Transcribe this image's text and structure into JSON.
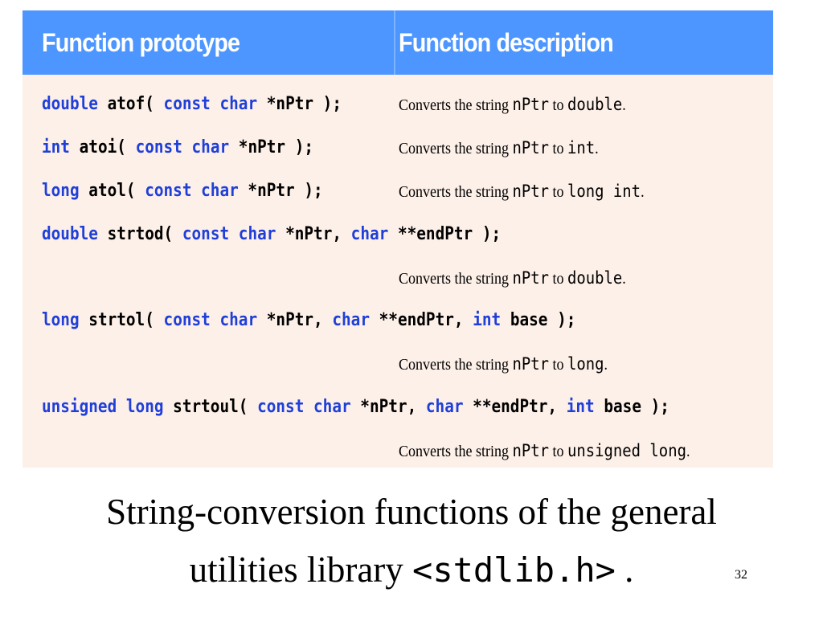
{
  "header": {
    "col_prototype": "Function prototype",
    "col_description": "Function description"
  },
  "rows": [
    {
      "proto": [
        {
          "t": "double",
          "kw": true
        },
        {
          "t": " atof( "
        },
        {
          "t": "const char",
          "kw": true
        },
        {
          "t": " *nPtr );"
        }
      ],
      "desc_prefix": "Converts the string ",
      "desc_var": "nPtr",
      "desc_to": " to ",
      "desc_type": "double",
      "desc_end": "."
    },
    {
      "proto": [
        {
          "t": "int",
          "kw": true
        },
        {
          "t": " atoi( "
        },
        {
          "t": "const char",
          "kw": true
        },
        {
          "t": " *nPtr );"
        }
      ],
      "desc_prefix": "Converts the string ",
      "desc_var": "nPtr",
      "desc_to": " to ",
      "desc_type": "int",
      "desc_end": "."
    },
    {
      "proto": [
        {
          "t": "long",
          "kw": true
        },
        {
          "t": " atol( "
        },
        {
          "t": "const char",
          "kw": true
        },
        {
          "t": " *nPtr );"
        }
      ],
      "desc_prefix": "Converts the string ",
      "desc_var": "nPtr",
      "desc_to": " to ",
      "desc_type": "long int",
      "desc_end": "."
    },
    {
      "proto": [
        {
          "t": "double",
          "kw": true
        },
        {
          "t": " strtod( "
        },
        {
          "t": "const char",
          "kw": true
        },
        {
          "t": " *nPtr, "
        },
        {
          "t": "char",
          "kw": true
        },
        {
          "t": " **endPtr );"
        }
      ],
      "desc_prefix": "Converts the string ",
      "desc_var": "nPtr",
      "desc_to": " to ",
      "desc_type": "double",
      "desc_end": "."
    },
    {
      "proto": [
        {
          "t": "long",
          "kw": true
        },
        {
          "t": " strtol( "
        },
        {
          "t": "const char",
          "kw": true
        },
        {
          "t": " *nPtr, "
        },
        {
          "t": "char",
          "kw": true
        },
        {
          "t": " **endPtr, "
        },
        {
          "t": "int",
          "kw": true
        },
        {
          "t": " base );"
        }
      ],
      "desc_prefix": "Converts the string ",
      "desc_var": "nPtr",
      "desc_to": " to ",
      "desc_type": "long",
      "desc_end": "."
    },
    {
      "proto": [
        {
          "t": "unsigned long",
          "kw": true
        },
        {
          "t": " strtoul( "
        },
        {
          "t": "const char",
          "kw": true
        },
        {
          "t": " *nPtr, "
        },
        {
          "t": "char",
          "kw": true
        },
        {
          "t": " **endPtr, "
        },
        {
          "t": "int",
          "kw": true
        },
        {
          "t": " base );"
        }
      ],
      "desc_prefix": "Converts the string ",
      "desc_var": "nPtr",
      "desc_to": " to ",
      "desc_type": "unsigned long",
      "desc_end": "."
    }
  ],
  "caption": {
    "line1": "String-conversion functions of the general",
    "line2_text": "utilities library ",
    "line2_code": "<stdlib.h>",
    "line2_end": " ."
  },
  "page_number": "32",
  "colors": {
    "header_bg": "#4d96ff",
    "body_bg": "#fdf0e8",
    "keyword": "#1f3fd8"
  }
}
